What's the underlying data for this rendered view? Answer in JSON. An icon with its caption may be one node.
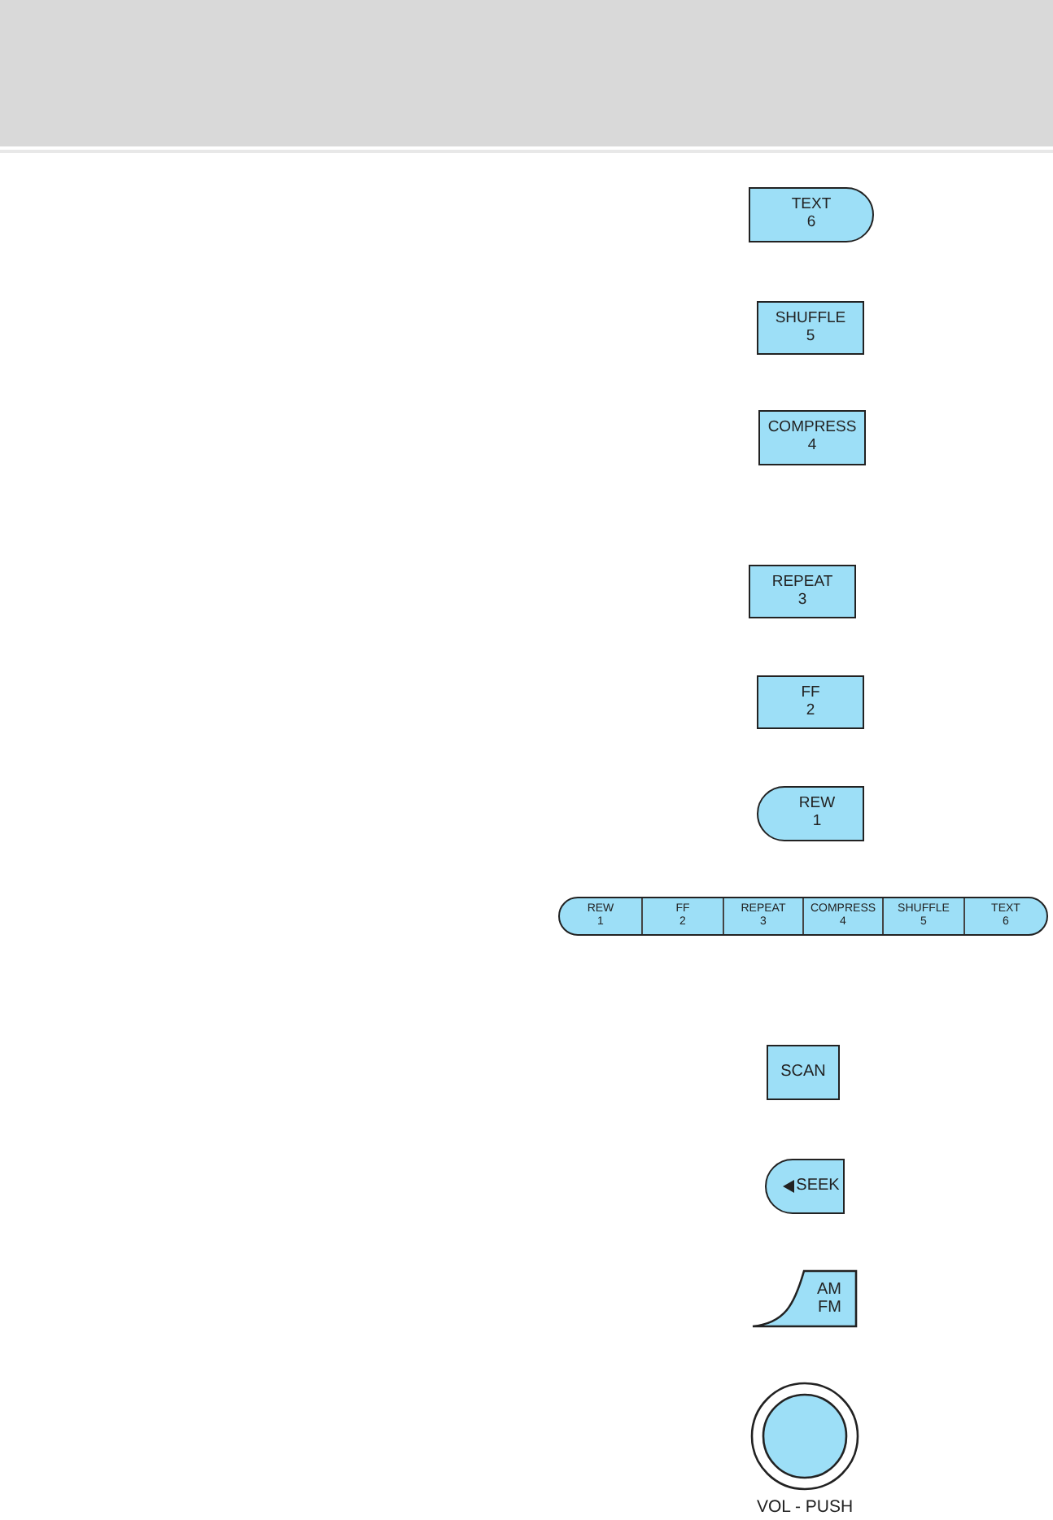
{
  "diagram": {
    "nodes": [
      {
        "text": [
          "TEXT",
          "6"
        ]
      },
      {
        "text": [
          "SHUFFLE",
          "5"
        ]
      },
      {
        "text": [
          "COMPRESS",
          "4"
        ]
      },
      {
        "text": [
          "REPEAT",
          "3"
        ]
      },
      {
        "text": [
          "FF",
          "2"
        ]
      },
      {
        "text": [
          "REW",
          "1"
        ]
      },
      {
        "text": [],
        "shape": "bar"
      },
      {
        "text": [
          "REW",
          "1"
        ],
        "in": 6
      },
      {
        "text": [
          "FF",
          "2"
        ],
        "in": 6
      },
      {
        "text": [
          "REPEAT",
          "3"
        ],
        "in": 6
      },
      {
        "text": [
          "COMPRESS",
          "4"
        ],
        "in": 6
      },
      {
        "text": [
          "SHUFFLE",
          "5"
        ],
        "in": 6
      },
      {
        "text": [
          "TEXT",
          "6"
        ],
        "in": 6
      },
      {
        "text": [
          "SCAN"
        ]
      },
      {
        "text": [
          "SEEK"
        ]
      },
      {
        "text": [
          "AM",
          "FM"
        ]
      },
      {
        "text": [],
        "shape": "circle",
        "beside": [
          "VOL - PUSH"
        ]
      }
    ]
  }
}
